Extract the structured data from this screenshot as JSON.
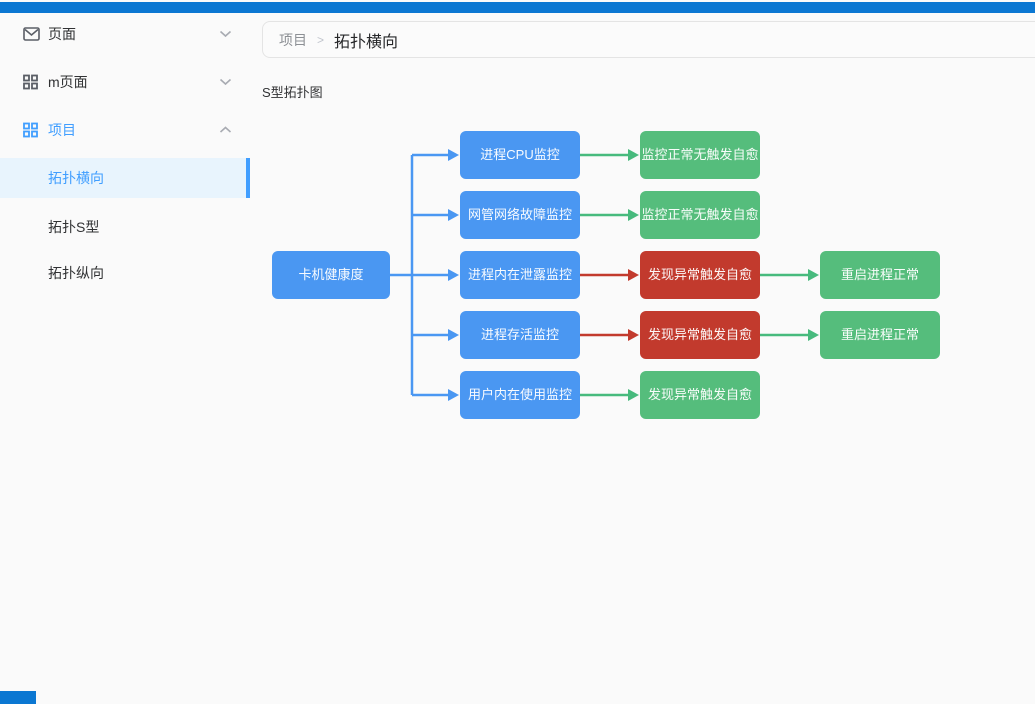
{
  "topbar": {
    "color": "#0b77d2"
  },
  "sidebar": {
    "items": [
      {
        "label": "页面",
        "icon": "mail-icon",
        "chevron": "down",
        "active": false
      },
      {
        "label": "m页面",
        "icon": "grid-icon",
        "chevron": "down",
        "active": false
      },
      {
        "label": "项目",
        "icon": "grid-icon",
        "chevron": "up",
        "active": true
      }
    ],
    "subitems": [
      {
        "label": "拓扑横向",
        "active": true
      },
      {
        "label": "拓扑S型",
        "active": false
      },
      {
        "label": "拓扑纵向",
        "active": false
      }
    ]
  },
  "breadcrumb": {
    "section": "项目",
    "separator": ">",
    "current": "拓扑横向"
  },
  "main": {
    "subtitle": "S型拓扑图"
  },
  "flowchart": {
    "nodes": [
      {
        "id": "root",
        "label": "卡机健康度",
        "type": "blue"
      },
      {
        "id": "l2-row1",
        "label": "进程CPU监控",
        "type": "blue"
      },
      {
        "id": "l2-row2",
        "label": "网管网络故障监控",
        "type": "blue"
      },
      {
        "id": "l2-row3",
        "label": "进程内在泄露监控",
        "type": "blue"
      },
      {
        "id": "l2-row4",
        "label": "进程存活监控",
        "type": "blue"
      },
      {
        "id": "l2-row5",
        "label": "用户内在使用监控",
        "type": "blue"
      },
      {
        "id": "l3-row1",
        "label": "监控正常无触发自愈",
        "type": "green"
      },
      {
        "id": "l3-row2",
        "label": "监控正常无触发自愈",
        "type": "green"
      },
      {
        "id": "l3-row3",
        "label": "发现异常触发自愈",
        "type": "red"
      },
      {
        "id": "l3-row4",
        "label": "发现异常触发自愈",
        "type": "red"
      },
      {
        "id": "l3-row5",
        "label": "发现异常触发自愈",
        "type": "green"
      },
      {
        "id": "l4-row3",
        "label": "重启进程正常",
        "type": "green"
      },
      {
        "id": "l4-row4",
        "label": "重启进程正常",
        "type": "green"
      }
    ]
  },
  "colors": {
    "topbar_blue": "#0b77d2",
    "accent_blue": "#409eff",
    "active_item_bg": "#e8f4fd",
    "node_blue": "#4a97f2",
    "node_green": "#55bd7c",
    "node_red": "#c23a2d",
    "edge_green": "#47ba7d",
    "panel_border": "#e4e4e4",
    "text_primary": "#303133",
    "text_secondary": "#8d9095",
    "page_bg": "#fafafa"
  }
}
